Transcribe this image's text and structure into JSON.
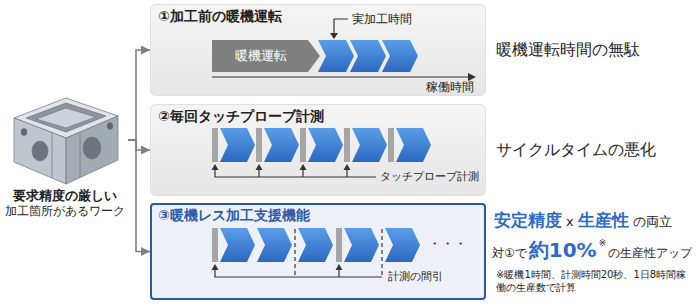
{
  "diagram": {
    "nodes": [
      {
        "text": [
          "要求精度の厳しい",
          "加工箇所があるワーク"
        ]
      },
      {
        "text": [
          "①加工前の暖機運転"
        ]
      },
      {
        "text": [
          "暖機運転"
        ],
        "in": 1
      },
      {
        "text": [
          "②毎回タッチプローブ計測"
        ]
      },
      {
        "text": [
          "③暖機レス加工支援機能"
        ]
      }
    ],
    "edges": [
      {
        "from": 0,
        "to": 1,
        "arrow": "to"
      },
      {
        "from": 0,
        "to": 3,
        "arrow": "to"
      },
      {
        "from": 0,
        "to": 4,
        "arrow": "to"
      }
    ],
    "labels": [
      "実加工時間",
      "稼働時間",
      "暖機運転時間の無駄",
      "タッチプローブ計測",
      "サイクルタイムの悪化",
      "・・・",
      "計測の間引",
      "安定精度",
      "x",
      "生産性",
      "の両立",
      "対①で",
      "約10%",
      "※",
      "の生産性アップ",
      "※暖機1時間、計測時間20秒、1日8時間稼働の生産数で計算"
    ]
  }
}
